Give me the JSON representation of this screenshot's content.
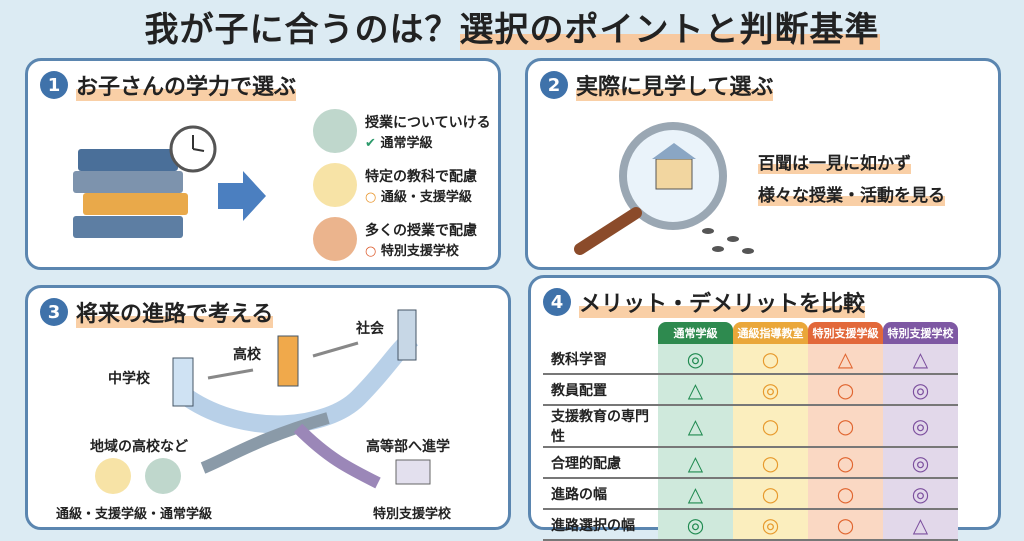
{
  "title": {
    "part1": "我が子に合うのは？",
    "part2": "選択のポイントと判断基準"
  },
  "panel1": {
    "num": "1",
    "heading": "お子さんの学力で選ぶ",
    "items": [
      {
        "line1": "授業についていける",
        "mark": "✔",
        "line2": "通常学級"
      },
      {
        "line1": "特定の教科で配慮",
        "mark": "○",
        "line2": "通級・支援学級"
      },
      {
        "line1": "多くの授業で配慮",
        "mark": "○",
        "line2": "特別支援学校"
      }
    ]
  },
  "panel2": {
    "num": "2",
    "heading": "実際に見学して選ぶ",
    "line1": "百聞は一見に如かず",
    "line2": "様々な授業・活動を見る"
  },
  "panel3": {
    "num": "3",
    "heading": "将来の進路で考える",
    "labels": {
      "junior_high": "中学校",
      "high_school": "高校",
      "society": "社会",
      "local_high": "地域の高校など",
      "higher_dept": "高等部へ進学",
      "local_caption": "通級・支援学級・通常学級",
      "special_school": "特別支援学校"
    }
  },
  "panel4": {
    "num": "4",
    "heading": "メリット・デメリットを比較",
    "columns": [
      "通常学級",
      "通級指導教室",
      "特別支援学級",
      "特別支援学校"
    ],
    "rows": [
      {
        "label": "教科学習",
        "values": [
          "◎",
          "○",
          "△",
          "△"
        ]
      },
      {
        "label": "教員配置",
        "values": [
          "△",
          "◎",
          "○",
          "◎"
        ]
      },
      {
        "label": "支援教育の専門性",
        "values": [
          "△",
          "○",
          "○",
          "◎"
        ]
      },
      {
        "label": "合理的配慮",
        "values": [
          "△",
          "○",
          "○",
          "◎"
        ]
      },
      {
        "label": "進路の幅",
        "values": [
          "△",
          "○",
          "○",
          "◎"
        ]
      },
      {
        "label": "進路選択の幅",
        "values": [
          "◎",
          "◎",
          "○",
          "△"
        ]
      }
    ]
  },
  "colors": {
    "border": "#5b86b0",
    "accent": "#3f72aa",
    "highlight": "#f9cfa6"
  }
}
